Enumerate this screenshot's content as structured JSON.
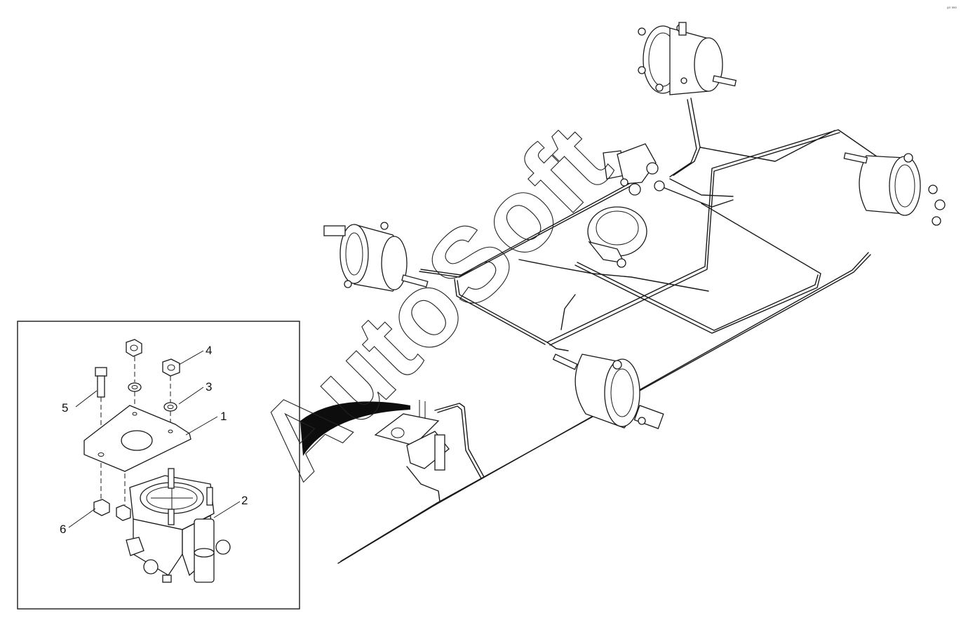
{
  "watermark": {
    "text": "AutoSoft"
  },
  "corner_mark": "⁸⁰ ⁰⁰⁰",
  "callouts": [
    {
      "id": "1",
      "label": "1"
    },
    {
      "id": "2",
      "label": "2"
    },
    {
      "id": "3",
      "label": "3"
    },
    {
      "id": "4",
      "label": "4"
    },
    {
      "id": "5",
      "label": "5"
    },
    {
      "id": "6",
      "label": "6"
    }
  ],
  "icons": [
    "brake-chamber-icon",
    "valve-icon",
    "pipe-icon",
    "bracket-icon",
    "nut-icon",
    "washer-icon",
    "bolt-icon"
  ]
}
